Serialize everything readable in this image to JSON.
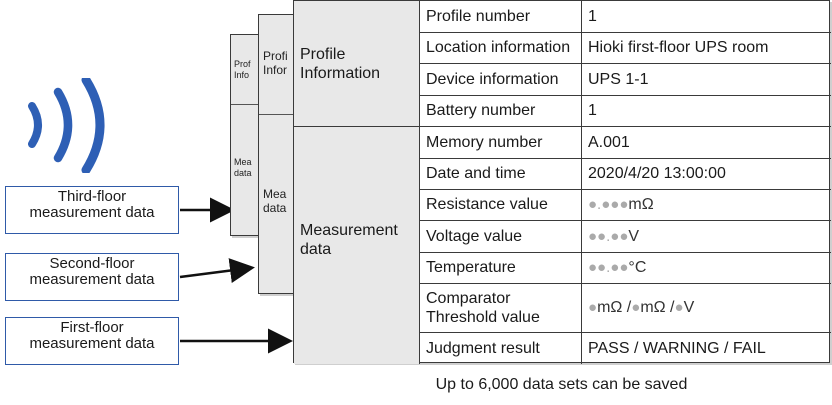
{
  "floors": [
    {
      "line1": "Third-floor",
      "line2": "measurement data"
    },
    {
      "line1": "Second-floor",
      "line2": "measurement data"
    },
    {
      "line1": "First-floor",
      "line2": "measurement data"
    }
  ],
  "back_sheets": {
    "sheet3": {
      "profile": "Prof\nInfo",
      "meas": "Mea\ndata"
    },
    "sheet2": {
      "profile": "Profi\nInfor",
      "meas": "Mea\ndata"
    }
  },
  "table": {
    "profile_group": "Profile\nInformation",
    "measurement_group": "Measurement\ndata",
    "rows": [
      {
        "label": "Profile number",
        "value": "1"
      },
      {
        "label": "Location information",
        "value": "Hioki first-floor UPS room"
      },
      {
        "label": "Device information",
        "value": "UPS 1-1"
      },
      {
        "label": "Battery number",
        "value": "1"
      },
      {
        "label": "Memory number",
        "value": "A.001"
      },
      {
        "label": "Date and time",
        "value": "2020/4/20 13:00:00"
      },
      {
        "label": "Resistance value",
        "dots": "●.●●●",
        "unit": " mΩ"
      },
      {
        "label": "Voltage value",
        "dots": "●●.●●",
        "unit": " V"
      },
      {
        "label": "Temperature",
        "dots": "●●.●●",
        "unit": "°C"
      },
      {
        "label": "Comparator\nThreshold value",
        "threshold": [
          "●",
          " mΩ / ",
          "●",
          " mΩ / ",
          "●",
          " V"
        ]
      },
      {
        "label": "Judgment result",
        "value": "PASS / WARNING / FAIL"
      }
    ]
  },
  "caption": "Up to 6,000 data sets can be saved",
  "colors": {
    "label_border": "#2f5aa8",
    "wave": "#2e5fb5",
    "group_fill": "#e8e8e8",
    "dot": "#aaaaaa"
  },
  "icons": {
    "waves": "wireless-signal-icon"
  }
}
